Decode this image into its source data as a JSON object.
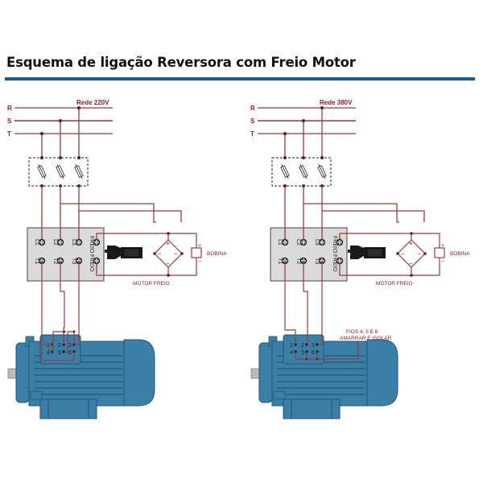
{
  "title": "Esquema de ligação Reversora com Freio Motor",
  "colors": {
    "wire": "#9b3b3d",
    "wire_dark": "#7a1518",
    "motor": "#3c7fa6",
    "motor_dark": "#1f5679",
    "rule": "#1b5c8c",
    "box": "#dadada"
  },
  "diagrams": [
    {
      "id": "220",
      "network_label": "Rede 220V",
      "phases": [
        "R",
        "S",
        "T"
      ],
      "terminals_top": [
        "L1",
        "L2",
        "L3",
        "FREIO"
      ],
      "terminals_bottom": [
        "T1",
        "T2",
        "T3",
        "FREIO"
      ],
      "brake_label": "MOTOR FREIO",
      "coil_label": "BOBINA",
      "coil_plus": "+",
      "coil_minus": "−",
      "motor_terminals": [
        "1",
        "2",
        "3",
        "4",
        "5",
        "6"
      ],
      "note": ""
    },
    {
      "id": "380",
      "network_label": "Rede 380V",
      "phases": [
        "R",
        "S",
        "T"
      ],
      "terminals_top": [
        "L1",
        "L2",
        "L3",
        "FREIO"
      ],
      "terminals_bottom": [
        "T1",
        "T2",
        "T3",
        "FREIO"
      ],
      "brake_label": "MOTOR FREIO",
      "coil_label": "BOBINA",
      "coil_plus": "+",
      "coil_minus": "−",
      "motor_terminals": [
        "1",
        "2",
        "3",
        "4",
        "5",
        "6"
      ],
      "note_line1": "FIOS 4, 5 E 6",
      "note_line2": "AMARRAR E ISOLAR"
    }
  ]
}
